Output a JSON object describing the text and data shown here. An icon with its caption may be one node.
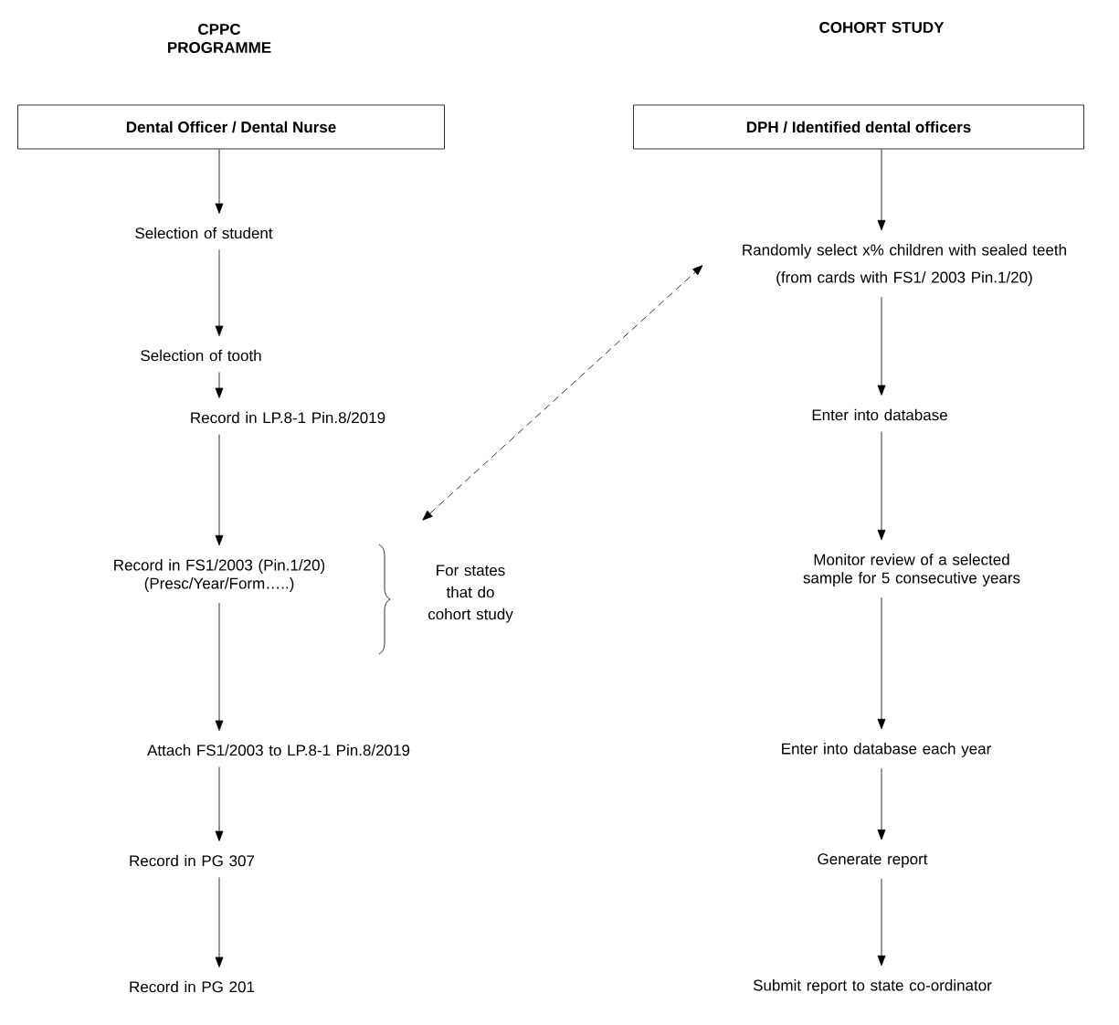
{
  "diagram": {
    "nodes": [
      {
        "text": [
          "Dental Officer / Dental Nurse"
        ]
      },
      {
        "text": [
          "Selection of student"
        ]
      },
      {
        "text": [
          "Selection of tooth"
        ]
      },
      {
        "text": [
          "Record in LP.8-1 Pin.8/2019"
        ]
      },
      {
        "text": [
          "Record in FS1/2003 (Pin.1/20) (Presc/Year/Form…..)"
        ]
      },
      {
        "text": [
          "Attach FS1/2003 to LP.8-1 Pin.8/2019"
        ]
      },
      {
        "text": [
          "Record in PG 307"
        ]
      },
      {
        "text": [
          "Record in PG 201"
        ]
      },
      {
        "text": [
          "DPH / Identified dental officers"
        ]
      },
      {
        "text": [
          "Randomly select x% children with sealed teeth",
          "(from cards with FS1/ 2003 Pin.1/20)"
        ]
      },
      {
        "text": [
          "Enter into database"
        ]
      },
      {
        "text": [
          "Monitor review of a selected sample for 5 consecutive years"
        ]
      },
      {
        "text": [
          "Enter into database each year"
        ]
      },
      {
        "text": [
          "Generate report"
        ]
      },
      {
        "text": [
          "Submit report to state co-ordinator"
        ]
      }
    ],
    "edges": [
      {
        "from": 0,
        "to": 1,
        "arrow": "to"
      },
      {
        "from": 1,
        "to": 2,
        "arrow": "to"
      },
      {
        "from": 2,
        "to": 3,
        "arrow": "to"
      },
      {
        "from": 3,
        "to": 4,
        "arrow": "to"
      },
      {
        "from": 4,
        "to": 5,
        "arrow": "to"
      },
      {
        "from": 5,
        "to": 6,
        "arrow": "to"
      },
      {
        "from": 6,
        "to": 7,
        "arrow": "to"
      },
      {
        "from": 8,
        "to": 9,
        "arrow": "to"
      },
      {
        "from": 9,
        "to": 10,
        "arrow": "to"
      },
      {
        "from": 10,
        "to": 11,
        "arrow": "to"
      },
      {
        "from": 11,
        "to": 12,
        "arrow": "to"
      },
      {
        "from": 12,
        "to": 13,
        "arrow": "to"
      },
      {
        "from": 13,
        "to": 14,
        "arrow": "to"
      },
      {
        "from": null,
        "to": 9,
        "arrow": "both",
        "style": "dashed"
      }
    ],
    "labels": [
      "CPPC PROGRAMME",
      "COHORT STUDY",
      "For states that do cohort study"
    ]
  }
}
